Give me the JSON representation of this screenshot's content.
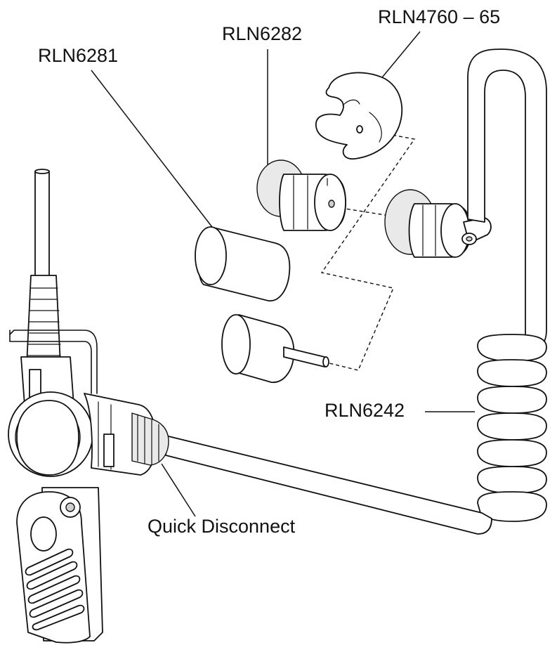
{
  "labels": {
    "rln6281": "RLN6281",
    "rln6282": "RLN6282",
    "rln4760": "RLN4760 – 65",
    "rln6242": "RLN6242",
    "quick_disconnect": "Quick Disconnect"
  }
}
